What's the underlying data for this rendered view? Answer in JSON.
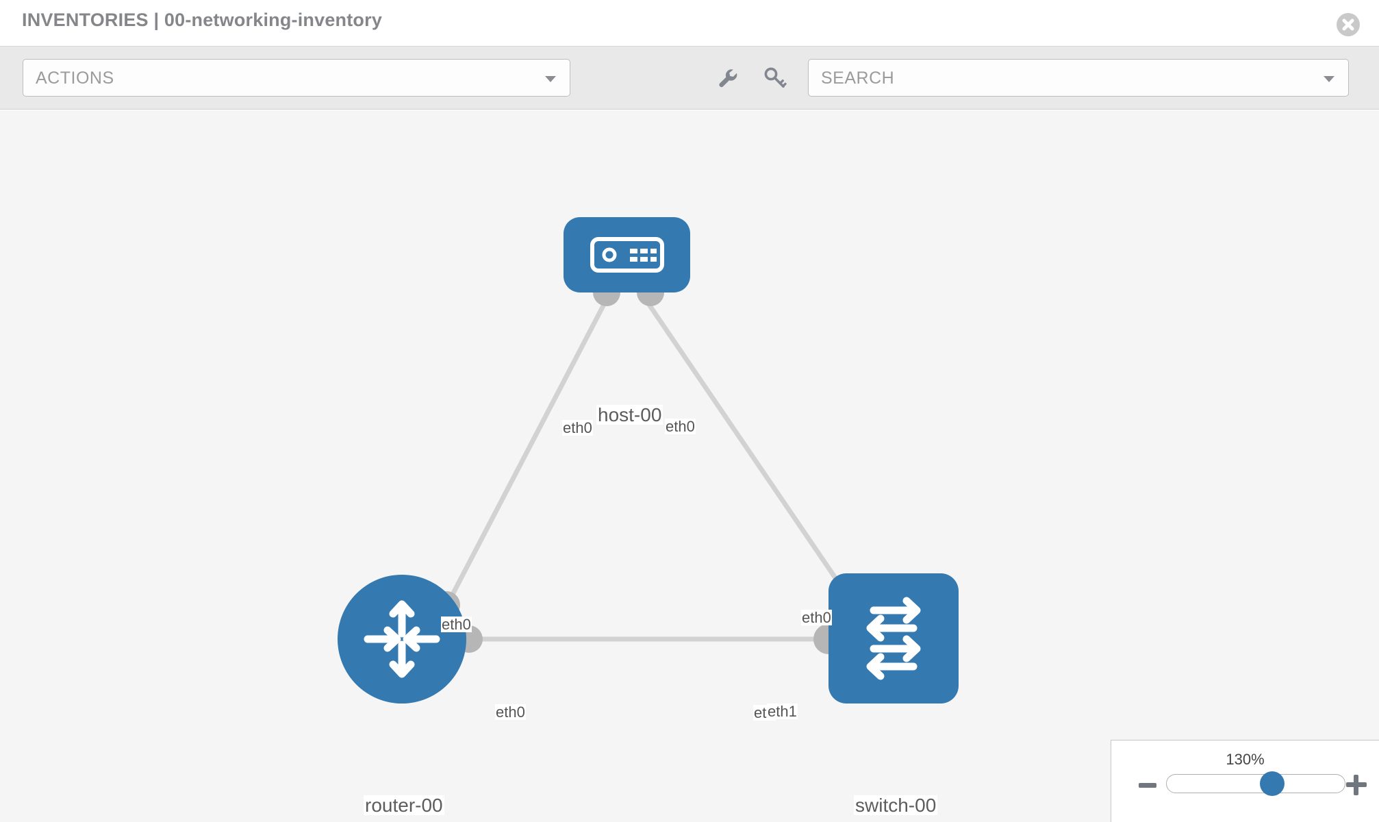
{
  "header": {
    "title": "INVENTORIES | 00-networking-inventory",
    "close_icon": "close-icon"
  },
  "toolbar": {
    "actions_label": "ACTIONS",
    "actions_caret_icon": "chevron-down-icon",
    "wrench_icon": "wrench-icon",
    "key_icon": "key-icon",
    "search_placeholder": "SEARCH",
    "search_value": "",
    "search_caret_icon": "chevron-down-icon"
  },
  "topology": {
    "nodes": [
      {
        "id": "host-00",
        "label": "host-00",
        "type": "host",
        "icon": "server-icon",
        "color": "#3479b0",
        "shape": "rounded-rect"
      },
      {
        "id": "router-00",
        "label": "router-00",
        "type": "router",
        "icon": "router-arrows-icon",
        "color": "#3479b0",
        "shape": "circle"
      },
      {
        "id": "switch-00",
        "label": "switch-00",
        "type": "switch",
        "icon": "switch-arrows-icon",
        "color": "#3479b0",
        "shape": "rounded-square"
      }
    ],
    "links": [
      {
        "from": "host-00",
        "to": "router-00",
        "from_interface": "eth0",
        "to_interface": "eth0"
      },
      {
        "from": "host-00",
        "to": "switch-00",
        "from_interface": "eth0",
        "to_interface": "eth0"
      },
      {
        "from": "router-00",
        "to": "switch-00",
        "from_interface": "eth0",
        "to_interface": "eth1",
        "overlapped_label": "eth"
      }
    ],
    "edge_color": "#d2d2d2",
    "port_color": "#b6b6b6",
    "canvas_bg": "#f5f5f5"
  },
  "zoom": {
    "percent_label": "130%",
    "value": 130,
    "minus_icon": "minus-icon",
    "plus_icon": "plus-icon",
    "thumb_position_pct": 60
  }
}
